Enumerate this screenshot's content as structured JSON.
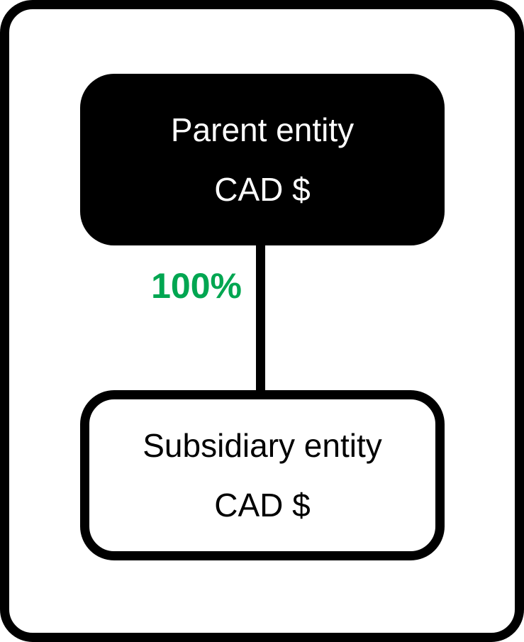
{
  "colors": {
    "frame_border": "#000000",
    "background": "#ffffff",
    "parent_fill": "#000000",
    "parent_text": "#ffffff",
    "subsidiary_fill": "#ffffff",
    "subsidiary_border": "#000000",
    "subsidiary_text": "#000000",
    "connector": "#000000",
    "ownership_label": "#00a651"
  },
  "diagram": {
    "parent": {
      "name": "Parent entity",
      "currency": "CAD $"
    },
    "ownership": {
      "label": "100%"
    },
    "subsidiary": {
      "name": "Subsidiary entity",
      "currency": "CAD $"
    }
  }
}
